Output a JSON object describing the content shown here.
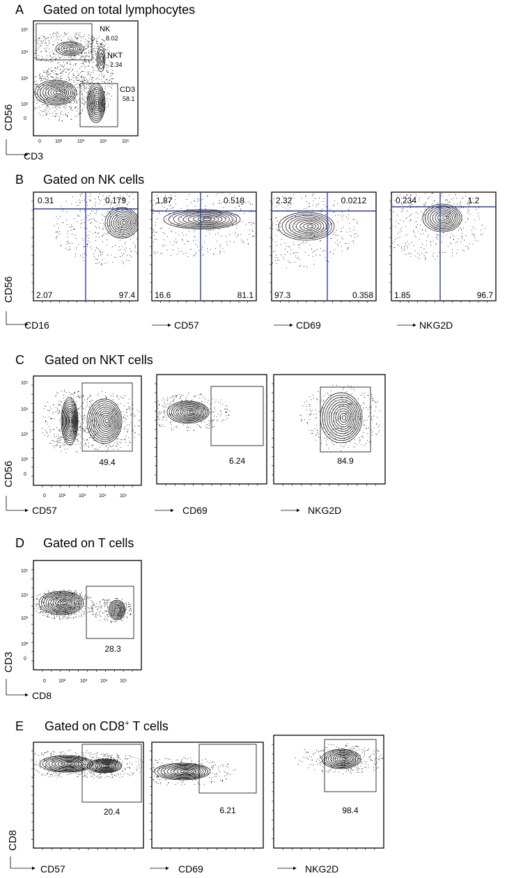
{
  "panels": [
    {
      "letter": "A",
      "title": "Gated on total lymphocytes",
      "ylabel": "CD56",
      "xlabel": "CD3",
      "gates": [
        {
          "name": "NK",
          "value": "8.02"
        },
        {
          "name": "NKT",
          "value": "2.34"
        },
        {
          "name": "CD3",
          "value": "58.1"
        }
      ],
      "yticks": [
        "10⁵",
        "10⁴",
        "10³",
        "10²",
        "0"
      ],
      "xticks": [
        "0",
        "10²",
        "10³",
        "10⁴",
        "10⁵"
      ]
    },
    {
      "letter": "B",
      "title": "Gated on NK cells",
      "ylabel": "CD56",
      "plots": [
        {
          "xlabel": "CD16",
          "quadrants": [
            "0.31",
            "0.179",
            "2.07",
            "97.4"
          ]
        },
        {
          "xlabel": "CD57",
          "quadrants": [
            "1.87",
            "0.518",
            "16.6",
            "81.1"
          ]
        },
        {
          "xlabel": "CD69",
          "quadrants": [
            "2.32",
            "0.0212",
            "97.3",
            "0.358"
          ]
        },
        {
          "xlabel": "NKG2D",
          "quadrants": [
            "0.234",
            "1.2",
            "1.85",
            "96.7"
          ]
        }
      ]
    },
    {
      "letter": "C",
      "title": "Gated on NKT cells",
      "ylabel": "CD56",
      "yticks": [
        "10⁵",
        "10⁴",
        "10³",
        "10²",
        "0"
      ],
      "xticks": [
        "0",
        "10²",
        "10³",
        "10⁴",
        "10⁵"
      ],
      "plots": [
        {
          "xlabel": "CD57",
          "gate": "49.4"
        },
        {
          "xlabel": "CD69",
          "gate": "6.24"
        },
        {
          "xlabel": "NKG2D",
          "gate": "84.9"
        }
      ]
    },
    {
      "letter": "D",
      "title": "Gated on T cells",
      "ylabel": "CD3",
      "yticks": [
        "10⁵",
        "10⁴",
        "10³",
        "10²",
        "0"
      ],
      "xticks": [
        "0",
        "10²",
        "10³",
        "10⁴",
        "10⁵"
      ],
      "plots": [
        {
          "xlabel": "CD8",
          "gate": "28.3"
        }
      ]
    },
    {
      "letter": "E",
      "title_pre": "Gated on CD8",
      "title_sup": "+",
      "title_post": " T cells",
      "ylabel": "CD8",
      "plots": [
        {
          "xlabel": "CD57",
          "gate": "20.4"
        },
        {
          "xlabel": "CD69",
          "gate": "6.21"
        },
        {
          "xlabel": "NKG2D",
          "gate": "98.4"
        }
      ]
    }
  ],
  "colors": {
    "quadrant_line": "#2b3fa8",
    "ink": "#000000"
  }
}
